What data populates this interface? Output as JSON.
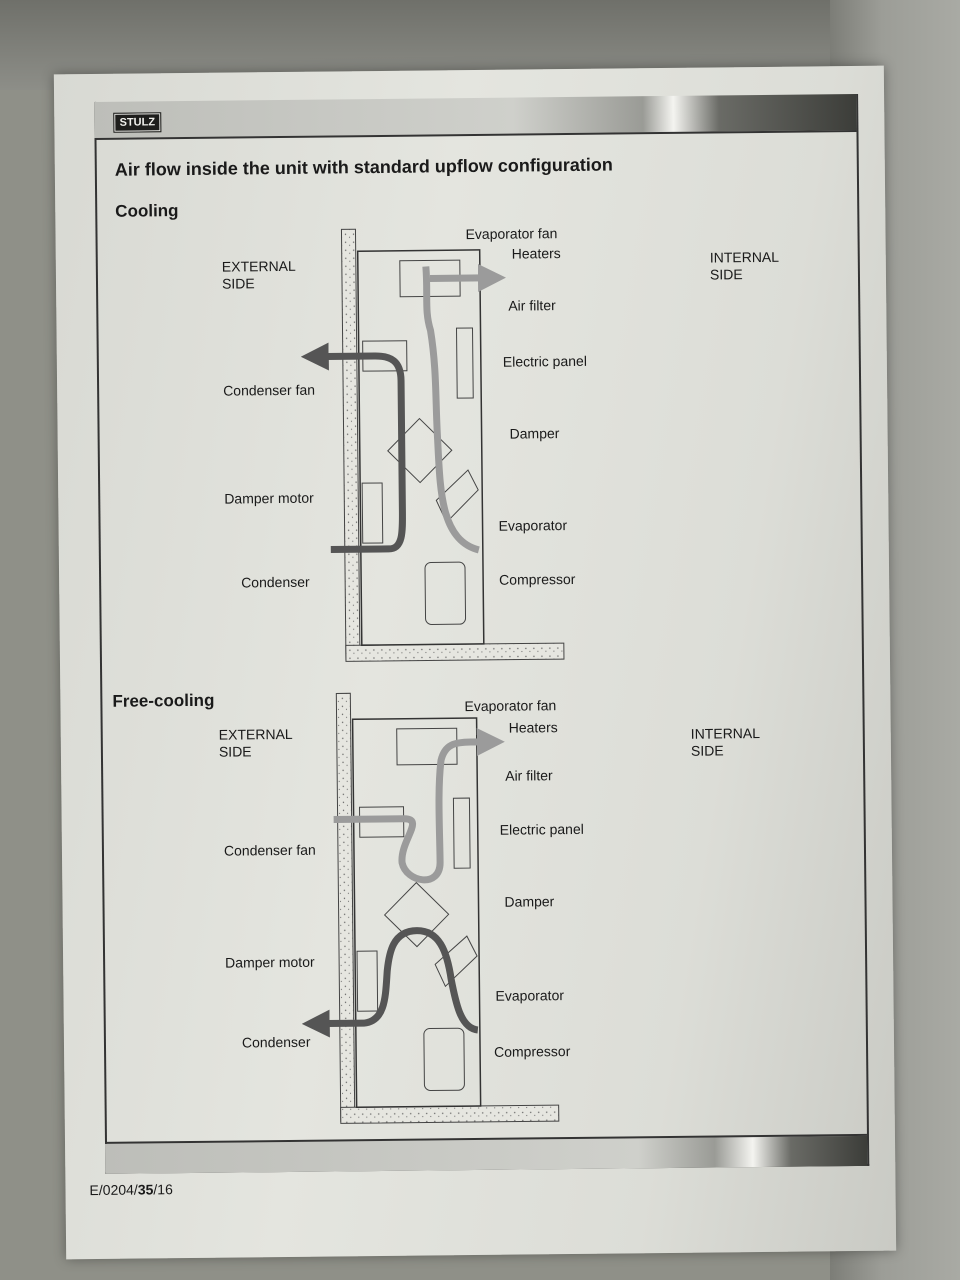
{
  "header": {
    "logo_text": "STULZ"
  },
  "title": "Air flow inside the unit with standard upflow configuration",
  "sections": {
    "cooling": {
      "title": "Cooling",
      "external_side": [
        "EXTERNAL",
        "SIDE"
      ],
      "internal_side": [
        "INTERNAL",
        "SIDE"
      ],
      "labels": {
        "evaporator_fan": "Evaporator fan",
        "heaters": "Heaters",
        "air_filter": "Air filter",
        "electric_panel": "Electric panel",
        "condenser_fan": "Condenser fan",
        "damper": "Damper",
        "damper_motor": "Damper motor",
        "evaporator": "Evaporator",
        "condenser": "Condenser",
        "compressor": "Compressor"
      }
    },
    "free_cooling": {
      "title": "Free-cooling",
      "external_side": [
        "EXTERNAL",
        "SIDE"
      ],
      "internal_side": [
        "INTERNAL",
        "SIDE"
      ],
      "labels": {
        "evaporator_fan": "Evaporator fan",
        "heaters": "Heaters",
        "air_filter": "Air filter",
        "electric_panel": "Electric panel",
        "condenser_fan": "Condenser fan",
        "damper": "Damper",
        "damper_motor": "Damper motor",
        "evaporator": "Evaporator",
        "condenser": "Condenser",
        "compressor": "Compressor"
      }
    }
  },
  "footer": {
    "page_prefix": "E/0204/",
    "page_bold": "35",
    "page_suffix": "/16"
  }
}
